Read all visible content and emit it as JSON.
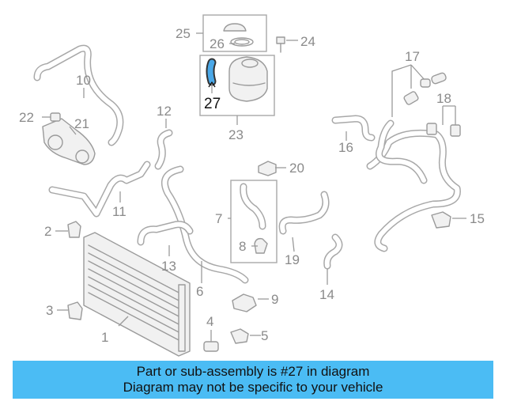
{
  "callouts": {
    "c1": "1",
    "c2": "2",
    "c3": "3",
    "c4": "4",
    "c5": "5",
    "c6": "6",
    "c7": "7",
    "c8": "8",
    "c9": "9",
    "c10": "10",
    "c11": "11",
    "c12": "12",
    "c13": "13",
    "c14": "14",
    "c15": "15",
    "c16": "16",
    "c17": "17",
    "c18": "18",
    "c19": "19",
    "c20": "20",
    "c21": "21",
    "c22": "22",
    "c23": "23",
    "c24": "24",
    "c25": "25",
    "c26": "26",
    "c27": "27"
  },
  "highlight": {
    "part_number": "27",
    "color": "#4bbcf4"
  },
  "colors": {
    "line": "#9a9a9a",
    "label": "#8a8a8a",
    "banner": "#4bbcf4",
    "highlight_part": "#4aa8e8"
  },
  "banner": {
    "line1": "Part or sub-assembly is #27 in diagram",
    "line2": "Diagram may not be specific to your vehicle"
  }
}
